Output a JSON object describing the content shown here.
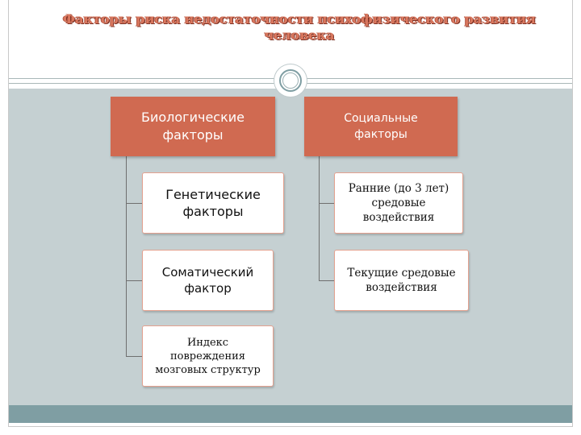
{
  "title": {
    "line1": "Факторы риска недостаточности  психофизического развития",
    "line2": "человека"
  },
  "biological": {
    "header_line1": "Биологические",
    "header_line2": "факторы",
    "items": [
      {
        "line1": "Генетические",
        "line2": "факторы",
        "line3": ""
      },
      {
        "line1": "Соматический",
        "line2": "фактор",
        "line3": ""
      },
      {
        "line1": "Индекс",
        "line2": "повреждения",
        "line3": "мозговых структур"
      }
    ]
  },
  "social": {
    "header_line1": "Социальные",
    "header_line2": "факторы",
    "items": [
      {
        "line1": "Ранние (до 3 лет)",
        "line2": "средовые",
        "line3": "воздействия"
      },
      {
        "line1": "Текущие средовые",
        "line2": "воздействия",
        "line3": ""
      }
    ]
  },
  "colors": {
    "header_fill": "#d06a51",
    "content_bg": "#c5d0d2",
    "footer_bar": "#7f9ea3",
    "title_text": "#d9785f"
  },
  "icons": {
    "ornament": "circle-ornament-icon"
  }
}
